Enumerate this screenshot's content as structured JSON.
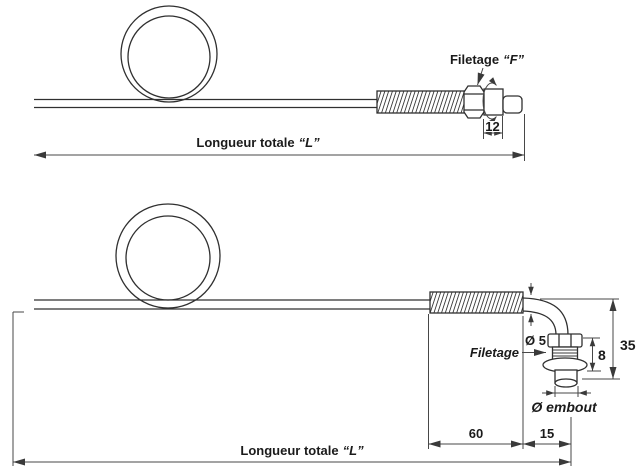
{
  "meta": {
    "background_color": "#ffffff",
    "outline_color": "#303030",
    "dimension_line_color": "#474747",
    "text_color": "#1b1b1b"
  },
  "top_view": {
    "thread_label_prefix": "Filetage",
    "thread_label_var": "“F”",
    "dim_nut_width": "12",
    "length_label_prefix": "Longueur totale",
    "length_label_var": "“L”"
  },
  "bottom_view": {
    "wire_diameter_label": "Ø 5",
    "thread_label": "Filetage",
    "dim_thread_height": "8",
    "dim_total_height": "35",
    "tip_diameter_label": "Ø embout",
    "dim_sheath_length": "60",
    "dim_tip_offset": "15",
    "length_label_prefix": "Longueur totale",
    "length_label_var": "“L”"
  }
}
